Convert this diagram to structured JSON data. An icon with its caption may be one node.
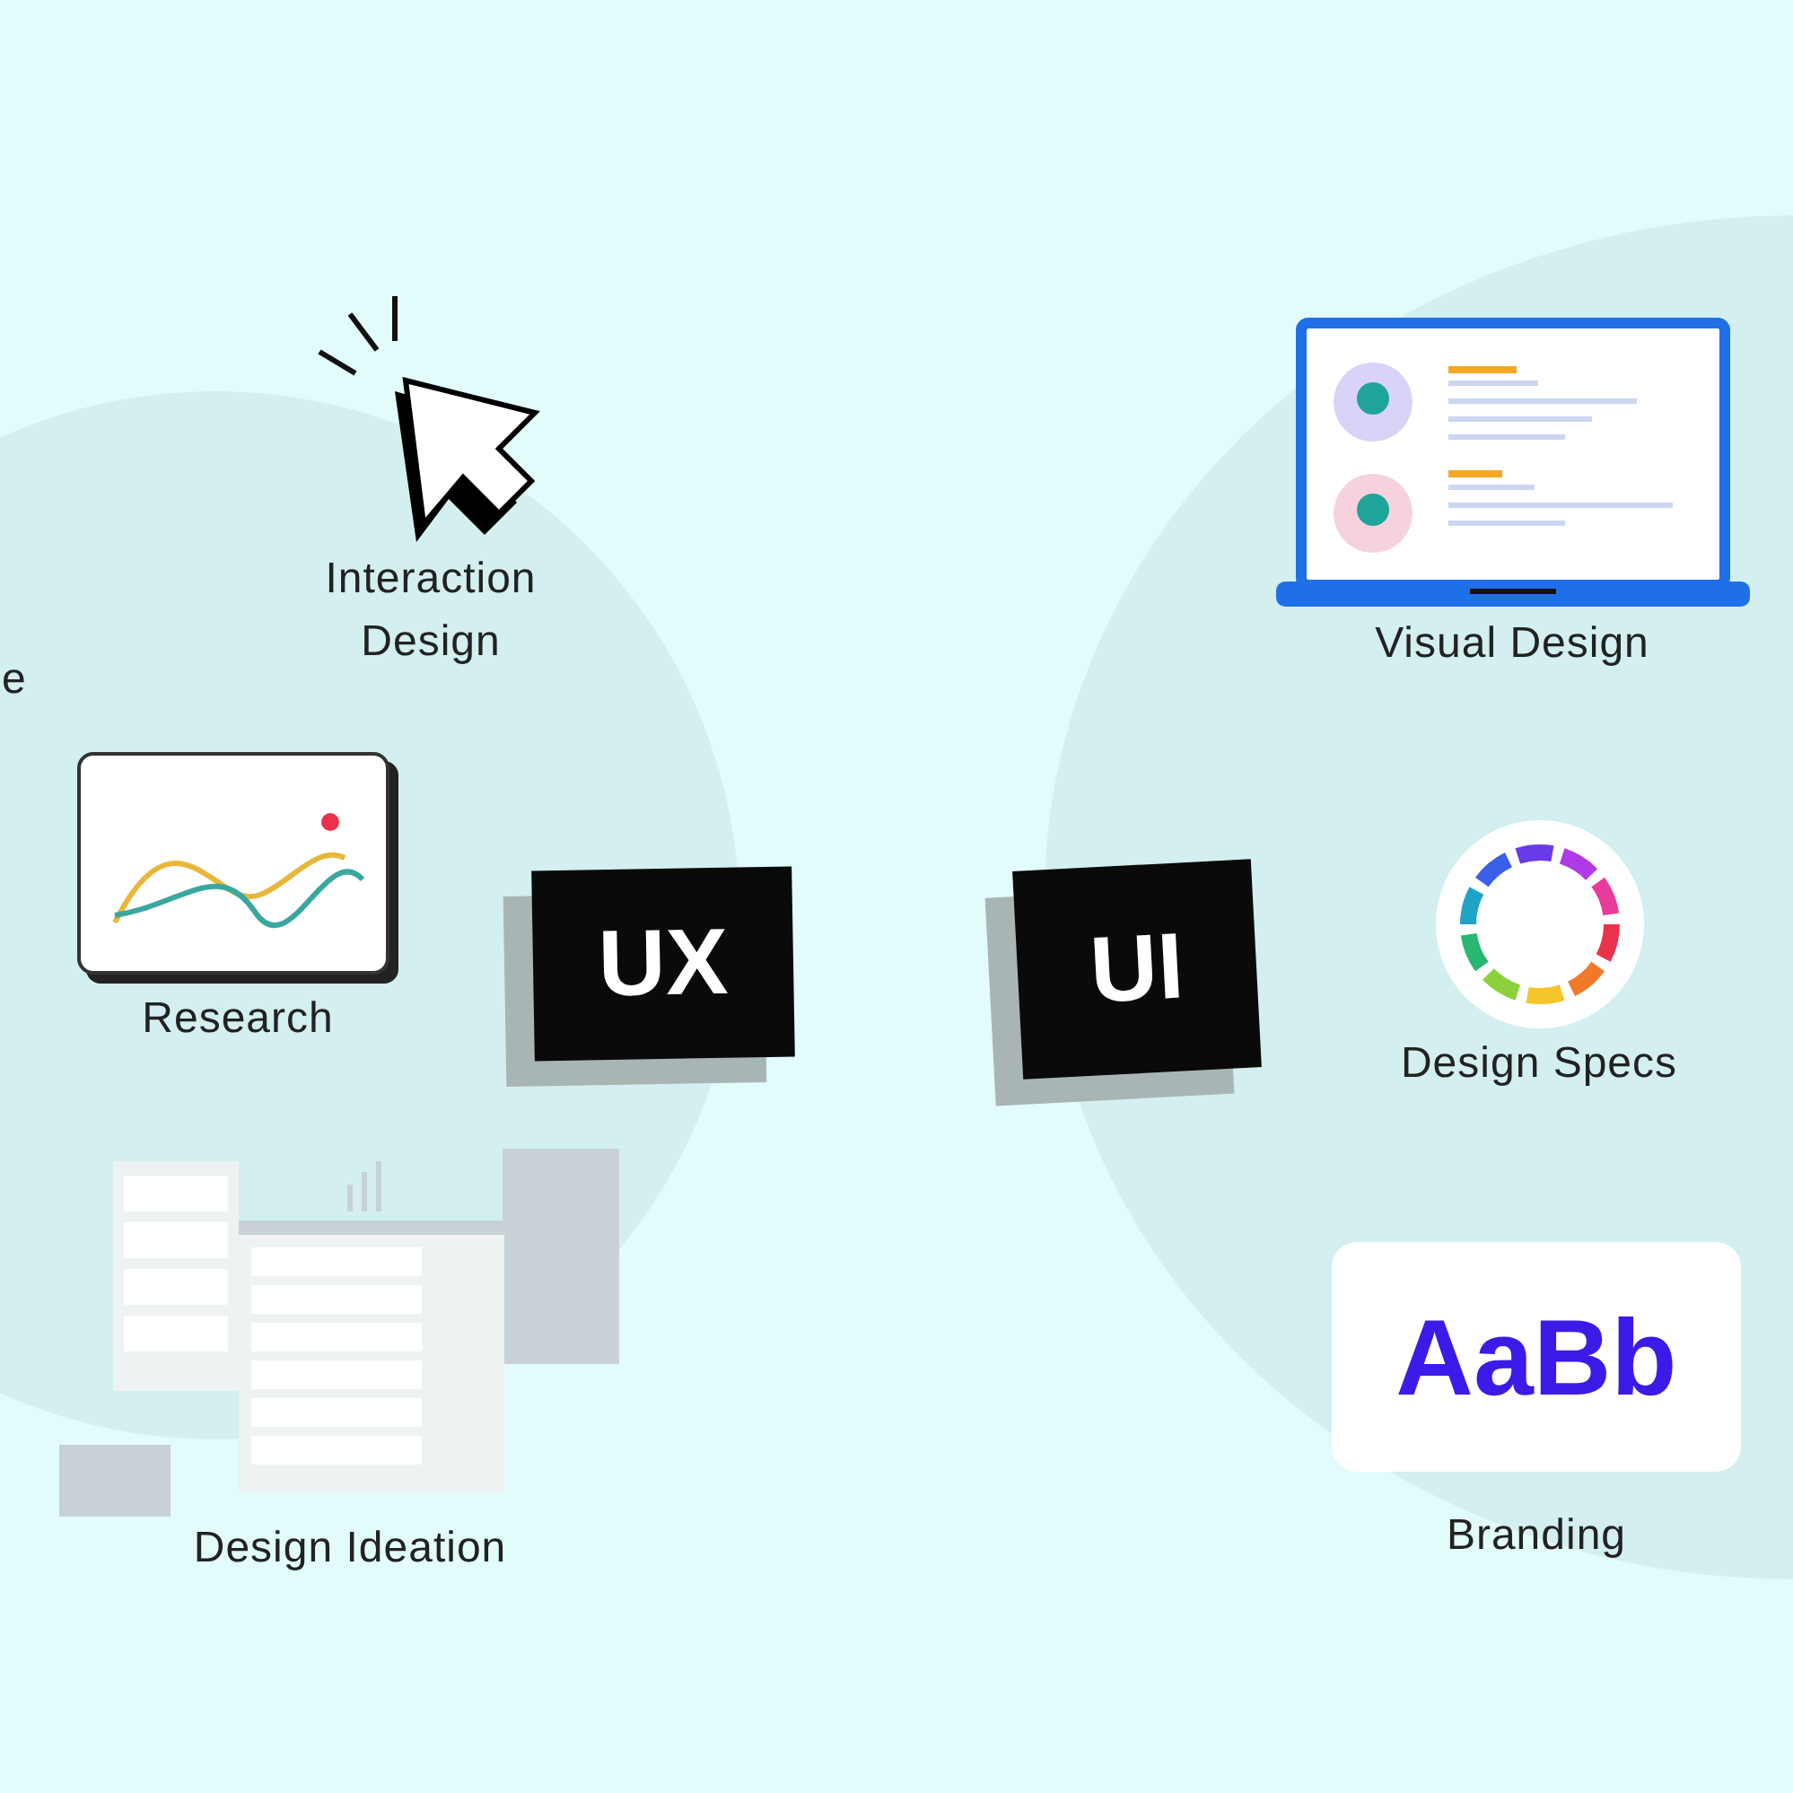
{
  "diagram": {
    "nodes": [
      {
        "text": [
          "UX"
        ]
      },
      {
        "text": [
          "UI"
        ]
      },
      {
        "text": [
          "Interaction Design"
        ]
      },
      {
        "text": [
          "Research"
        ]
      },
      {
        "text": [
          "Design Ideation"
        ]
      },
      {
        "text": [
          "Visual Design"
        ]
      },
      {
        "text": [
          "Design Specs"
        ]
      },
      {
        "text": [
          "AaBb",
          "Branding"
        ]
      }
    ],
    "labels": [
      "e"
    ]
  }
}
